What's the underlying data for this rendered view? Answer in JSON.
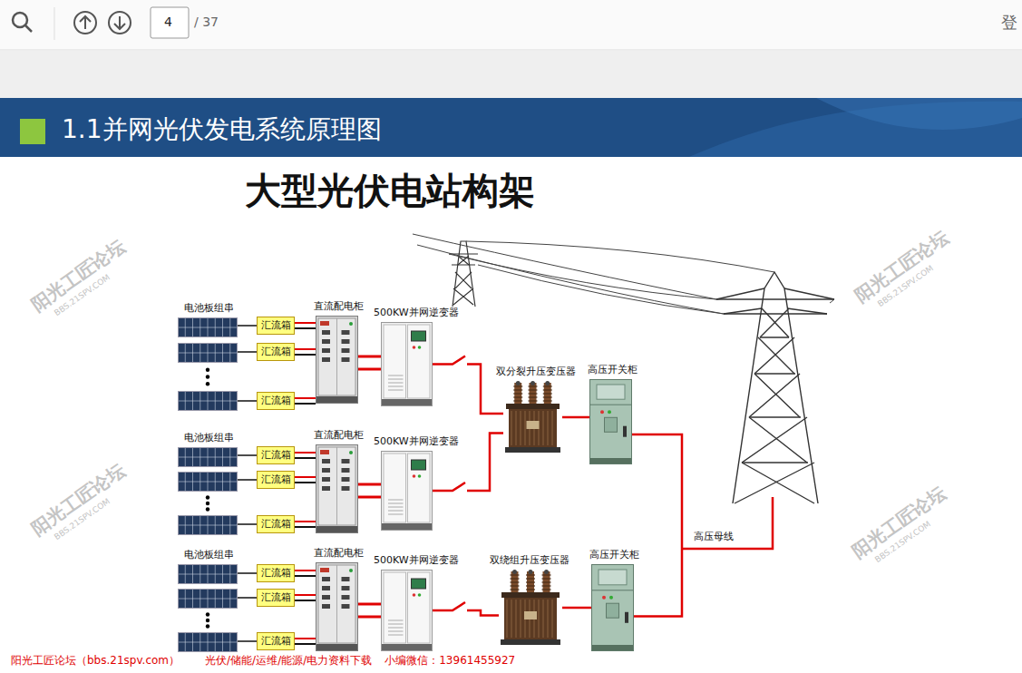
{
  "diagram": {
    "title": "1.1并网光伏发电系统原理图",
    "nodes": [
      {
        "text": [
          "电池板组串"
        ]
      },
      {
        "text": [
          "汇流箱"
        ]
      },
      {
        "text": [
          "汇流箱"
        ]
      },
      {
        "text": [
          "汇流箱"
        ]
      },
      {
        "text": [
          "直流配电柜"
        ]
      },
      {
        "text": [
          "500KW并网逆变器"
        ]
      },
      {
        "text": [
          "双分裂升压变压器"
        ]
      },
      {
        "text": [
          "高压开关柜"
        ]
      },
      {
        "text": [
          "电池板组串"
        ]
      },
      {
        "text": [
          "汇流箱"
        ]
      },
      {
        "text": [
          "汇流箱"
        ]
      },
      {
        "text": [
          "汇流箱"
        ]
      },
      {
        "text": [
          "直流配电柜"
        ]
      },
      {
        "text": [
          "500KW并网逆变器"
        ]
      },
      {
        "text": [
          "电池板组串"
        ]
      },
      {
        "text": [
          "汇流箱"
        ]
      },
      {
        "text": [
          "汇流箱"
        ]
      },
      {
        "text": [
          "汇流箱"
        ]
      },
      {
        "text": [
          "直流配电柜"
        ]
      },
      {
        "text": [
          "500KW并网逆变器"
        ]
      },
      {
        "text": [
          "双绕组升压变压器"
        ]
      },
      {
        "text": [
          "高压开关柜"
        ]
      }
    ],
    "edges": [
      {
        "from": 0,
        "to": 1,
        "arrow": "none"
      },
      {
        "from": 0,
        "to": 2,
        "arrow": "none"
      },
      {
        "from": 0,
        "to": 3,
        "arrow": "none"
      },
      {
        "from": 1,
        "to": 4,
        "arrow": "none"
      },
      {
        "from": 2,
        "to": 4,
        "arrow": "none"
      },
      {
        "from": 3,
        "to": 4,
        "arrow": "none"
      },
      {
        "from": 4,
        "to": 5,
        "arrow": "none"
      },
      {
        "from": 5,
        "to": 6,
        "arrow": "none"
      },
      {
        "from": 8,
        "to": 9,
        "arrow": "none"
      },
      {
        "from": 8,
        "to": 10,
        "arrow": "none"
      },
      {
        "from": 8,
        "to": 11,
        "arrow": "none"
      },
      {
        "from": 9,
        "to": 12,
        "arrow": "none"
      },
      {
        "from": 10,
        "to": 12,
        "arrow": "none"
      },
      {
        "from": 11,
        "to": 12,
        "arrow": "none"
      },
      {
        "from": 12,
        "to": 13,
        "arrow": "none"
      },
      {
        "from": 13,
        "to": 6,
        "arrow": "none"
      },
      {
        "from": 14,
        "to": 15,
        "arrow": "none"
      },
      {
        "from": 14,
        "to": 16,
        "arrow": "none"
      },
      {
        "from": 14,
        "to": 17,
        "arrow": "none"
      },
      {
        "from": 15,
        "to": 18,
        "arrow": "none"
      },
      {
        "from": 16,
        "to": 18,
        "arrow": "none"
      },
      {
        "from": 17,
        "to": 18,
        "arrow": "none"
      },
      {
        "from": 18,
        "to": 19,
        "arrow": "none"
      },
      {
        "from": 19,
        "to": 20,
        "arrow": "none"
      },
      {
        "from": 6,
        "to": 7,
        "arrow": "none"
      },
      {
        "from": 20,
        "to": 21,
        "arrow": "none"
      },
      {
        "from": 7,
        "to": 21,
        "arrow": "none"
      }
    ],
    "labels": [
      "4",
      "/ 37",
      "登",
      "大型光伏电站构架",
      "高压母线",
      "阳光工匠论坛（bbs.21spv.com）",
      "光伏/储能/运维/能源/电力资料下载",
      "小编微信：13961455927",
      "阳光工匠论坛",
      "BBS.21SPV.COM",
      "阳光工匠论坛",
      "BBS.21SPV.COM",
      "阳光工匠论坛",
      "BBS.21SPV.COM",
      "阳光工匠论坛",
      "BBS.21SPV.COM"
    ]
  }
}
